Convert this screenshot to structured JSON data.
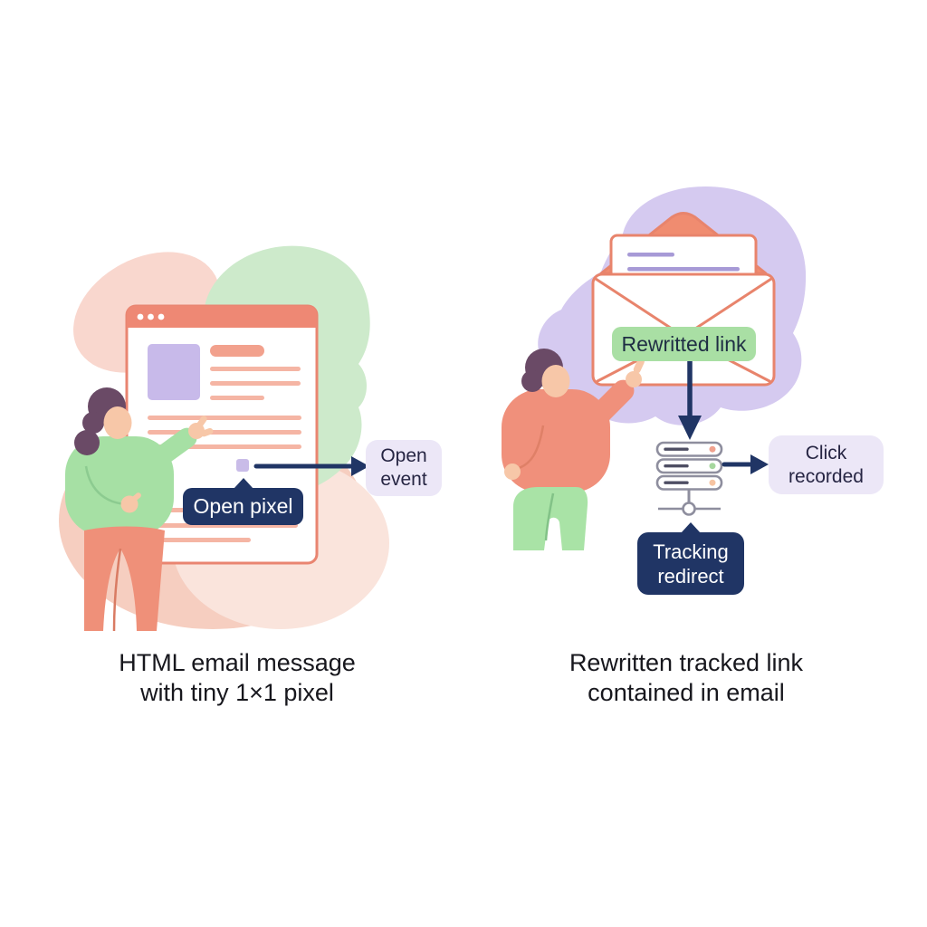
{
  "left_panel": {
    "badge_open_pixel": "Open pixel",
    "label_open_event": "Open event",
    "caption_line1": "HTML email message",
    "caption_line2": "with tiny 1×1 pixel"
  },
  "right_panel": {
    "badge_rewritten_link": "Rewritted link",
    "label_click_recorded": "Click recorded",
    "badge_tracking_redirect": "Tracking redirect",
    "caption_line1": "Rewritten tracked link",
    "caption_line2": "contained in email"
  },
  "icons": {
    "browser_window": "browser-window-icon",
    "window_dots": "window-control-dots",
    "image_placeholder": "image-placeholder",
    "tracking_pixel": "tracking-pixel-icon",
    "open_event_arrow": "arrow-right-icon",
    "woman": "woman-figure",
    "envelope": "open-envelope-icon",
    "letter": "letter-icon",
    "man": "man-figure",
    "down_arrow": "arrow-down-icon",
    "server": "server-icon",
    "network_node": "network-node-icon",
    "click_arrow": "arrow-right-icon"
  },
  "colors": {
    "coral": "#EE8874",
    "coral_line": "#F5B5A4",
    "navy": "#203565",
    "green_badge_bg": "#A9DFA4",
    "lavender_label_bg": "#ECE7F7",
    "purple_accent": "#C8BAEA",
    "pink_blob": "#F7D6CB",
    "green_blob": "#CDEACB",
    "purple_blob": "#D5CAF0"
  }
}
